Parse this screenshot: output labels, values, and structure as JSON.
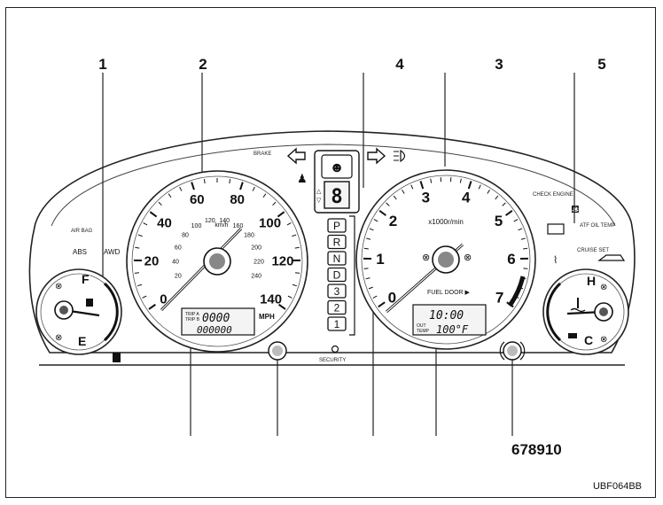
{
  "callouts": {
    "c1": "1",
    "c2": "2",
    "c3": "3",
    "c4": "4",
    "c5": "5",
    "bottom": "678910"
  },
  "figure_code": "UBF064BB",
  "fuel_gauge": {
    "full": "F",
    "empty": "E"
  },
  "temp_gauge": {
    "hot": "H",
    "cold": "C"
  },
  "speedometer": {
    "mph_ticks": [
      "0",
      "20",
      "40",
      "60",
      "80",
      "100",
      "120",
      "140"
    ],
    "kmh_unit": "km/h",
    "kmh_ticks": [
      "20",
      "40",
      "60",
      "80",
      "100",
      "120",
      "140",
      "160",
      "180",
      "200",
      "220",
      "240"
    ],
    "lcd_label_top": "TRIP A",
    "lcd_label_bottom": "TRIP B",
    "trip_value": "0000",
    "odo_value": "000000",
    "unit": "MPH"
  },
  "tachometer": {
    "ticks": [
      "0",
      "1",
      "2",
      "3",
      "4",
      "5",
      "6",
      "7"
    ],
    "unit": "x1000r/min",
    "fuel_door": "FUEL DOOR ▶",
    "clock": "10:00",
    "temp_label_top": "OUT",
    "temp_label_bottom": "TEMP",
    "temp_value": "100°F"
  },
  "gear_indicator": [
    "P",
    "R",
    "N",
    "D",
    "3",
    "2",
    "1"
  ],
  "center_display_digit": "8",
  "security_label": "SECURITY",
  "warnings": {
    "brake": "BRAKE",
    "airbag": "AIR BAG",
    "abs": "ABS",
    "awd": "AWD",
    "check_engine": "CHECK ENGINE",
    "atf_temp": "ATF OIL TEMP",
    "cruise_set": "CRUISE SET"
  }
}
